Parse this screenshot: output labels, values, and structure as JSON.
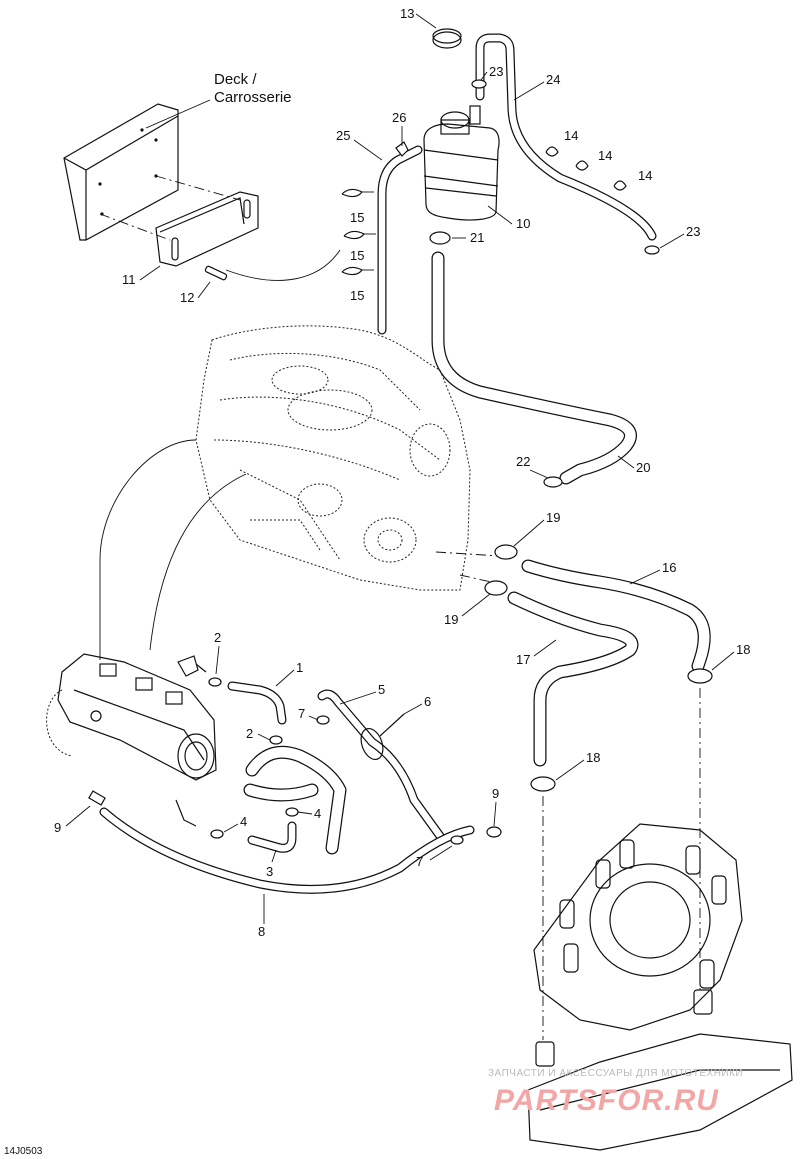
{
  "diagram": {
    "deck_label_line1": "Deck /",
    "deck_label_line2": "Carrosserie",
    "figure_code": "14J0503"
  },
  "callouts": {
    "c13": "13",
    "c23a": "23",
    "c24": "24",
    "c26": "26",
    "c25": "25",
    "c14a": "14",
    "c14b": "14",
    "c14c": "14",
    "c15a": "15",
    "c15b": "15",
    "c15c": "15",
    "c10": "10",
    "c21": "21",
    "c23b": "23",
    "c11": "11",
    "c12": "12",
    "c22": "22",
    "c20": "20",
    "c19a": "19",
    "c16": "16",
    "c19b": "19",
    "c17": "17",
    "c18a": "18",
    "c2a": "2",
    "c1": "1",
    "c5": "5",
    "c6": "6",
    "c7a": "7",
    "c2b": "2",
    "c18b": "18",
    "c9a": "9",
    "c4a": "4",
    "c4b": "4",
    "c3": "3",
    "c7b": "7",
    "c9b": "9",
    "c8": "8"
  },
  "watermark": {
    "line1": "ЗАПЧАСТИ И АКСЕССУАРЫ ДЛЯ МОТОТЕХНИКИ",
    "line2": "PARTSFOR.RU"
  }
}
